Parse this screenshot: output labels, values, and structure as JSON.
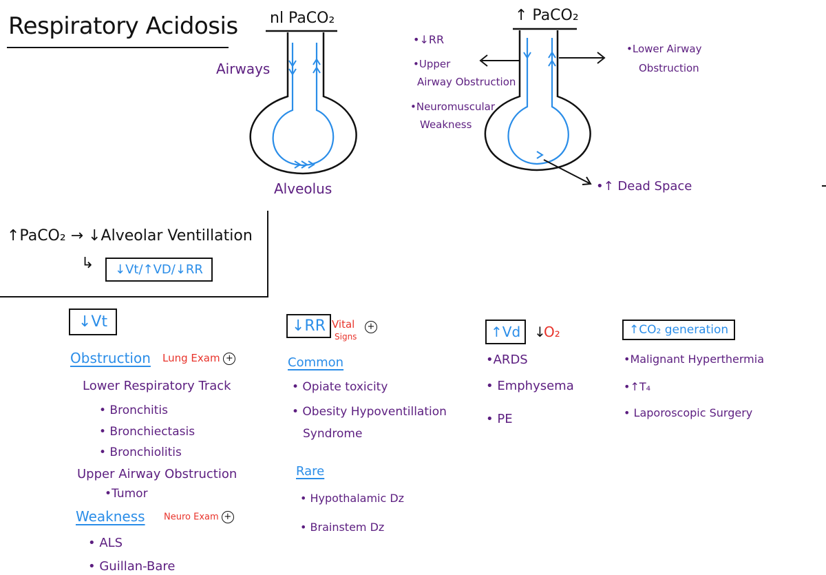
{
  "title": "Respiratory Acidosis",
  "diagram_normal": {
    "heading": "nl PaCO₂",
    "airways_label": "Airways",
    "alveolus_label": "Alveolus"
  },
  "diagram_high": {
    "heading": "↑ PaCO₂",
    "left_causes": [
      "•↓RR",
      "•Upper",
      "Airway Obstruction",
      "•Neuromuscular",
      "Weakness"
    ],
    "right_cause_1": "•Lower Airway",
    "right_cause_2": "Obstruction",
    "dead_space": "•↑ Dead Space"
  },
  "summary": {
    "line1": "↑PaCO₂ → ↓Alveolar Ventillation",
    "arrow": "↳",
    "box": "↓Vt/↑VD/↓RR"
  },
  "col_vt": {
    "header": "↓Vt",
    "obstruction": "Obstruction",
    "lung_exam": "Lung Exam",
    "plus": "+",
    "lower_tract": "Lower Respiratory Track",
    "items": [
      "• Bronchitis",
      "• Bronchiectasis",
      "• Bronchiolitis"
    ],
    "upper": "Upper Airway Obstruction",
    "tumor": "•Tumor",
    "weakness": "Weakness",
    "neuro_exam": "Neuro Exam",
    "weak_items": [
      "• ALS",
      "• Guillan-Bare"
    ]
  },
  "col_rr": {
    "header": "↓RR",
    "vital": "Vital",
    "signs": "Signs",
    "plus": "+",
    "common": "Common",
    "common_items": [
      "• Opiate toxicity",
      "• Obesity Hypoventillation",
      "Syndrome"
    ],
    "rare": "Rare",
    "rare_items": [
      "• Hypothalamic Dz",
      "• Brainstem Dz"
    ]
  },
  "col_vd": {
    "header": "↑Vd",
    "o2_arrow": "↓",
    "o2": "O₂",
    "items": [
      "•ARDS",
      "• Emphysema",
      "• PE"
    ]
  },
  "col_co2": {
    "header": "↑CO₂ generation",
    "items": [
      "•Malignant Hyperthermia",
      "•↑T₄",
      "• Laporoscopic Surgery"
    ]
  }
}
